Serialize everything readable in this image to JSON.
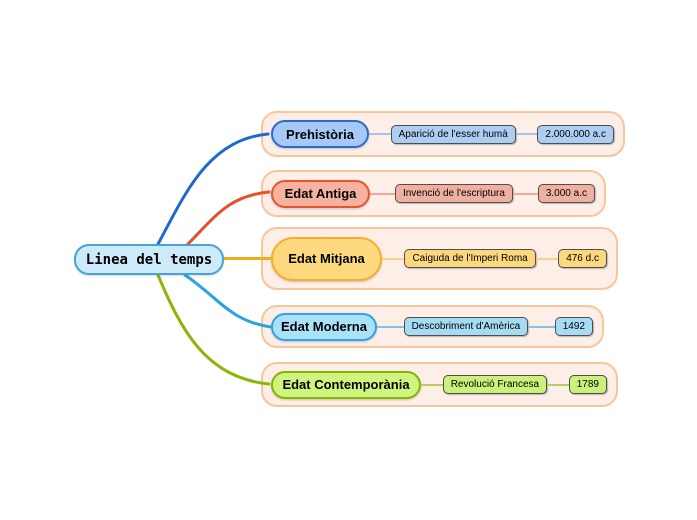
{
  "canvas": {
    "background": "#ffffff"
  },
  "root": {
    "label": "Linea del temps",
    "fill": "#cdeafb",
    "border": "#4aa3d8"
  },
  "colors": {
    "container_fill": "#fdeee7",
    "container_border": "#f8c69a",
    "box_border": "#4e4e4e"
  },
  "branches": [
    {
      "label": "Prehistòria",
      "event": "Aparició de l'esser humà",
      "date": "2.000.000 a.c",
      "node_fill": "#a6c8f7",
      "node_border": "#2a6bcc",
      "box_fill": "#aecdf3",
      "line_color": "#a9c2e8",
      "curve_color": "#1d6ace"
    },
    {
      "label": "Edat Antiga",
      "event": "Invenció de l'escriptura",
      "date": "3.000 a.c",
      "node_fill": "#f6b29f",
      "node_border": "#e8542c",
      "box_fill": "#efb0a1",
      "line_color": "#f0a795",
      "curve_color": "#e8502a"
    },
    {
      "label": "Edat Mitjana",
      "event": "Caiguda de l'Imperi Roma",
      "date": "476 d.c",
      "node_fill": "#fcd97e",
      "node_border": "#f3b12a",
      "box_fill": "#fbd87d",
      "line_color": "#f6d586",
      "curve_color": "#f0ad18"
    },
    {
      "label": "Edat Moderna",
      "event": "Descobriment d'Amèrica",
      "date": "1492",
      "node_fill": "#a9e1f8",
      "node_border": "#2fa4df",
      "box_fill": "#a6dcf3",
      "line_color": "#7ec6e8",
      "curve_color": "#29a3e2"
    },
    {
      "label": "Edat Contemporània",
      "event": "Revolució Francesa",
      "date": "1789",
      "node_fill": "#cff57e",
      "node_border": "#85b504",
      "box_fill": "#caf27a",
      "line_color": "#b3d165",
      "curve_color": "#8ab705"
    }
  ]
}
